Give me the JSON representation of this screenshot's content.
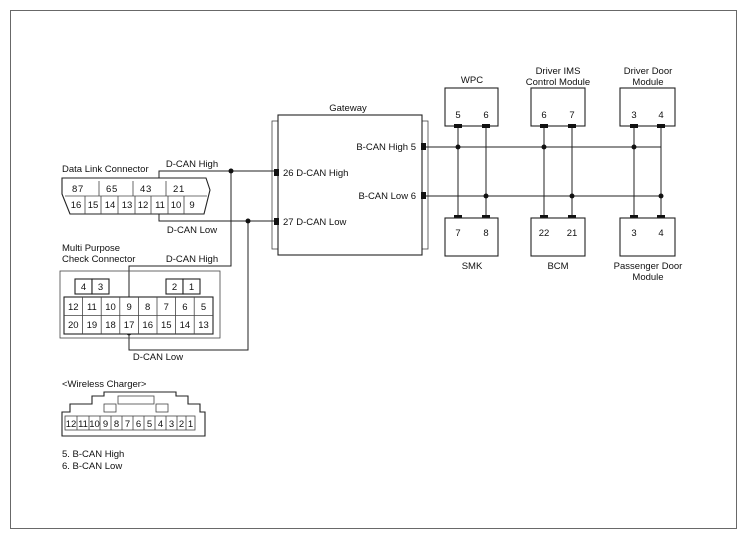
{
  "gateway": {
    "title": "Gateway",
    "pin_d_can_high": "26 D-CAN High",
    "pin_d_can_low": "27 D-CAN Low",
    "pin_b_can_high": "B-CAN High 5",
    "pin_b_can_low": "B-CAN Low 6"
  },
  "dlc": {
    "title": "Data Link Connector",
    "row1": [
      "8",
      "7",
      "6",
      "5",
      "4",
      "3",
      "2",
      "1"
    ],
    "row2": [
      "16",
      "15",
      "14",
      "13",
      "12",
      "11",
      "10",
      "9"
    ],
    "high_label": "D-CAN High",
    "low_label": "D-CAN Low"
  },
  "mpc": {
    "title_line1": "Multi Purpose",
    "title_line2": "Check Connector",
    "top_left": [
      "4",
      "3"
    ],
    "top_right": [
      "2",
      "1"
    ],
    "row1": [
      "12",
      "11",
      "10",
      "9",
      "8",
      "7",
      "6",
      "5"
    ],
    "row2": [
      "20",
      "19",
      "18",
      "17",
      "16",
      "15",
      "14",
      "13"
    ],
    "high_label": "D-CAN High",
    "low_label": "D-CAN Low"
  },
  "modules_top": [
    {
      "name_line1": "",
      "name_line2": "WPC",
      "pin_a": "5",
      "pin_b": "6"
    },
    {
      "name_line1": "Driver IMS",
      "name_line2": "Control Module",
      "pin_a": "6",
      "pin_b": "7"
    },
    {
      "name_line1": "Driver Door",
      "name_line2": "Module",
      "pin_a": "3",
      "pin_b": "4"
    }
  ],
  "modules_bottom": [
    {
      "name_line1": "SMK",
      "name_line2": "",
      "pin_a": "7",
      "pin_b": "8"
    },
    {
      "name_line1": "BCM",
      "name_line2": "",
      "pin_a": "22",
      "pin_b": "21"
    },
    {
      "name_line1": "Passenger Door",
      "name_line2": "Module",
      "pin_a": "3",
      "pin_b": "4"
    }
  ],
  "wireless": {
    "title": "<Wireless Charger>",
    "pins": [
      "12",
      "11",
      "10",
      "9",
      "8",
      "7",
      "6",
      "5",
      "4",
      "3",
      "2",
      "1"
    ],
    "legend_1": "5. B-CAN High",
    "legend_2": "6. B-CAN Low"
  }
}
